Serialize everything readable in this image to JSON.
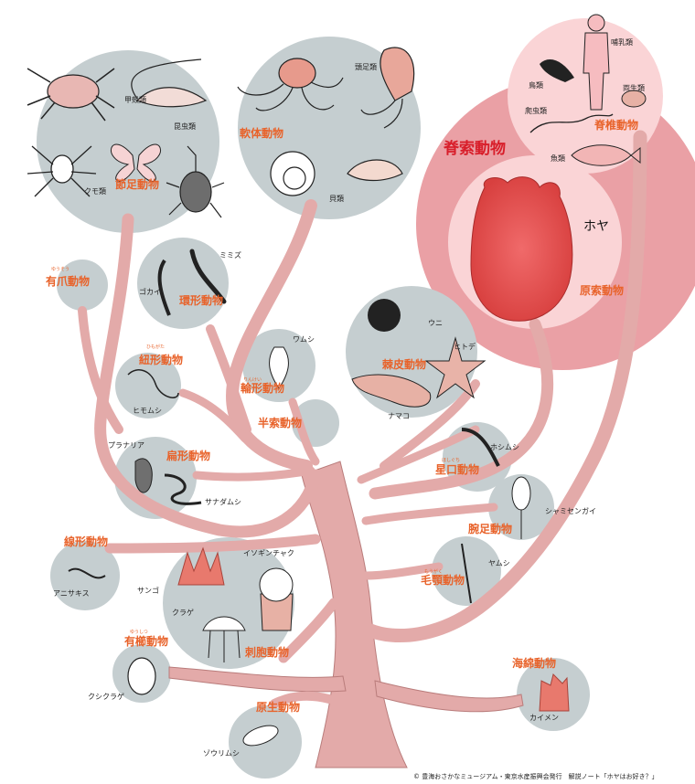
{
  "colors": {
    "branch": "#e3aaa9",
    "branch_edge": "#b97c7b",
    "node": "#c5ced0",
    "chordata_outer": "#eaa0a5",
    "chordata_inner": "#fad4d6",
    "label": "#e8632b",
    "chordata_label": "#d81e2a"
  },
  "groups": {
    "arthropoda": {
      "name": "節足動物",
      "animals": [
        "甲殻類",
        "昆虫類",
        "クモ類"
      ]
    },
    "mollusca": {
      "name": "軟体動物",
      "animals": [
        "頭足類",
        "貝類"
      ]
    },
    "chordata": {
      "name": "脊索動物"
    },
    "vertebrata": {
      "name": "脊椎動物",
      "animals": [
        "哺乳類",
        "鳥類",
        "両生類",
        "爬虫類",
        "魚類"
      ]
    },
    "urochordata": {
      "name": "原索動物",
      "animal": "ホヤ"
    },
    "onychophora": {
      "name": "有爪動物",
      "ruby": "ゆうそう"
    },
    "annelida": {
      "name": "環形動物",
      "animals": [
        "ミミズ",
        "ゴカイ"
      ]
    },
    "echinodermata": {
      "name": "棘皮動物",
      "animals": [
        "ウニ",
        "ヒトデ",
        "ナマコ"
      ]
    },
    "nemertea": {
      "name": "紐形動物",
      "ruby": "ひもがた",
      "animal": "ヒモムシ"
    },
    "rotifera": {
      "name": "輪形動物",
      "ruby": "りんけい",
      "animal": "ワムシ"
    },
    "hemichordata": {
      "name": "半索動物"
    },
    "sipuncula": {
      "name": "星口動物",
      "ruby": "ほしぐち",
      "animal": "ホシムシ"
    },
    "platyhelminthes": {
      "name": "扁形動物",
      "animals": [
        "プラナリア",
        "サナダムシ"
      ]
    },
    "brachiopoda": {
      "name": "腕足動物",
      "animal": "シャミセンガイ"
    },
    "nematoda": {
      "name": "線形動物",
      "animal": "アニサキス"
    },
    "chaetognatha": {
      "name": "毛顎動物",
      "ruby": "もうがく",
      "animal": "ヤムシ"
    },
    "cnidaria": {
      "name": "刺胞動物",
      "animals": [
        "イソギンチャク",
        "サンゴ",
        "クラゲ"
      ]
    },
    "ctenophora": {
      "name": "有櫛動物",
      "ruby": "ゆうしつ",
      "animal": "クシクラゲ"
    },
    "porifera": {
      "name": "海綿動物",
      "animal": "カイメン"
    },
    "protozoa": {
      "name": "原生動物",
      "animal": "ゾウリムシ"
    }
  },
  "credit": "© 豊海おさかなミュージアム・東京水産振興会発行　解説ノート「ホヤはお好き？」"
}
